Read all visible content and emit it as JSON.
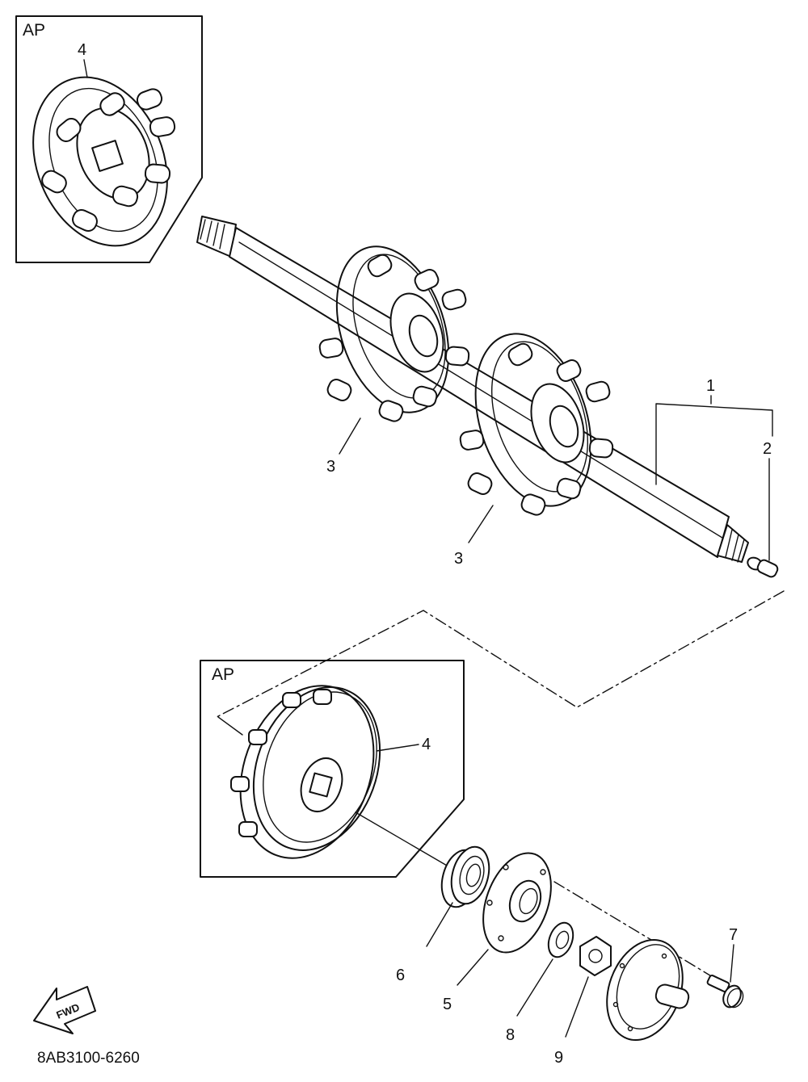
{
  "diagram": {
    "inset_top": {
      "tag": "AP",
      "part_label": "4"
    },
    "inset_bottom": {
      "tag": "AP",
      "part_label": "4"
    },
    "part_labels": {
      "shaft_assembly": "1",
      "plug": "2",
      "sprocket_left": "3",
      "sprocket_right": "3",
      "bearing_housing": "5",
      "bearing": "6",
      "bolt": "7",
      "washer": "8",
      "nut": "9"
    },
    "fwd_arrow": "FWD",
    "drawing_code": "8AB3100-6260"
  }
}
